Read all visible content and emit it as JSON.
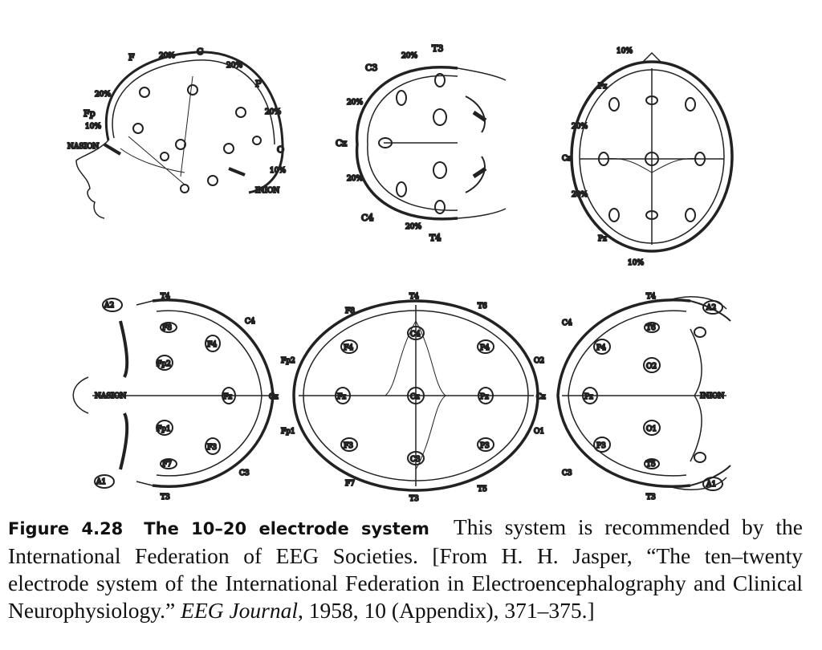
{
  "figure": {
    "number": "Figure 4.28",
    "title": "The 10–20 electrode system",
    "caption_text": "This system is recommended by the International Federation of EEG Societies. [From H. H. Jasper, “The ten–twenty electrode system of the International Federation in Electroencephalography and Clinical Neurophysiology.”",
    "journal": "EEG Journal",
    "citation_tail": ", 1958, 10 (Appendix), 371–375.]"
  },
  "diagram_labels": {
    "nasion": "NASION",
    "inion": "INION",
    "side_view": [
      "F",
      "C",
      "P",
      "O",
      "Fp",
      "20%",
      "20%",
      "20%",
      "20%",
      "10%",
      "10%"
    ],
    "front_view": [
      "C3",
      "C4",
      "T3",
      "T4",
      "Cz",
      "20%",
      "20%",
      "20%",
      "20%"
    ],
    "top_view": [
      "Fz",
      "Pz",
      "Cz",
      "20%",
      "20%",
      "10%",
      "10%"
    ],
    "bottom_left": [
      "A2",
      "A1",
      "T4",
      "T3",
      "C4",
      "C3",
      "Fz",
      "Cz",
      "Fp2",
      "Fp1",
      "F4",
      "F3",
      "F8",
      "F7"
    ],
    "bottom_middle": [
      "F8",
      "F7",
      "T4",
      "T6",
      "T3",
      "T5",
      "Fp2",
      "Fp1",
      "O2",
      "O1",
      "Fz",
      "Cz",
      "Pz",
      "C4",
      "C3",
      "F4",
      "F3",
      "P4",
      "P3"
    ],
    "bottom_right": [
      "C4",
      "C3",
      "T4",
      "T3",
      "A2",
      "A1",
      "Pz",
      "O2",
      "O1",
      "P4",
      "P3",
      "T6",
      "T5",
      "Cz"
    ]
  }
}
